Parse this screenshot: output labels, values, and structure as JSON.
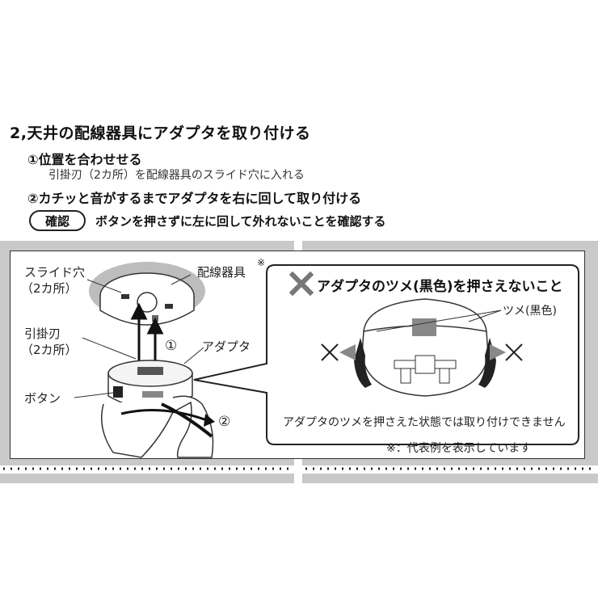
{
  "heading": "2,天井の配線器具にアダプタを取り付ける",
  "steps": [
    {
      "label": "①位置を合わせせる",
      "detail": "引掛刃（2カ所）を配線器具のスライド穴に入れる"
    },
    {
      "label": "②カチッと音がするまでアダプタを右に回して取り付ける"
    }
  ],
  "confirm": {
    "badge": "確認",
    "text": "ボタンを押さずに左に回して外れないことを確認する"
  },
  "figure": {
    "labels": {
      "slide_hole": "スライド穴",
      "slide_hole_count": "（2カ所）",
      "fixture": "配線器具",
      "fixture_mark": "※",
      "blade": "引掛刃",
      "blade_count": "（2カ所）",
      "step1": "①",
      "adapter": "アダプタ",
      "button": "ボタン",
      "step2": "②"
    },
    "callout": {
      "title": "アダプタのツメ(黒色)を押さえないこと",
      "claw": "ツメ(黒色)",
      "caption": "アダプタのツメを押さえた状態では取り付けできません"
    },
    "footnote": "※：代表例を表示しています"
  },
  "colors": {
    "panel_bg": "#c9c9c9",
    "ink": "#222222",
    "mid_gray": "#8a8a8a",
    "dark_gray": "#555555"
  }
}
